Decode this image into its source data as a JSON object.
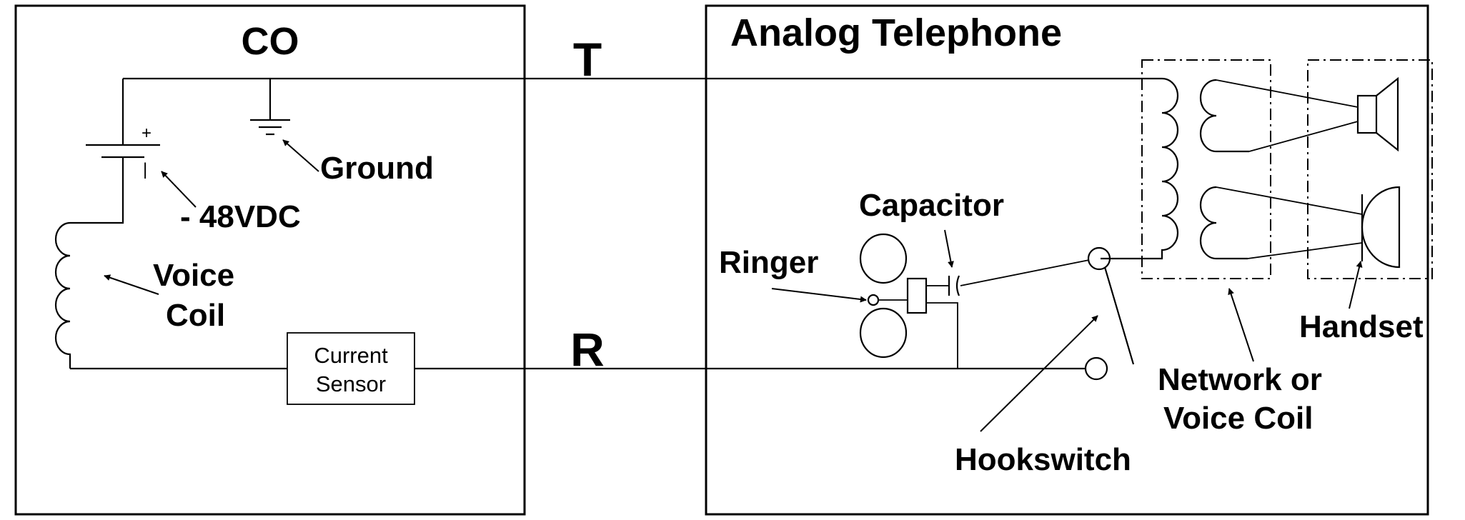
{
  "co": {
    "title": "CO"
  },
  "phone": {
    "title": "Analog Telephone"
  },
  "lines": {
    "tip": "T",
    "ring": "R"
  },
  "battery": {
    "label": "- 48VDC",
    "plus": "+",
    "minus": "|"
  },
  "ground": {
    "label": "Ground"
  },
  "voice_coil": {
    "line1": "Voice",
    "line2": "Coil"
  },
  "current_sensor": {
    "line1": "Current",
    "line2": "Sensor"
  },
  "capacitor": {
    "label": "Capacitor"
  },
  "ringer": {
    "label": "Ringer"
  },
  "hookswitch": {
    "label": "Hookswitch"
  },
  "network": {
    "line1": "Network or",
    "line2": "Voice Coil"
  },
  "handset": {
    "label": "Handset"
  }
}
